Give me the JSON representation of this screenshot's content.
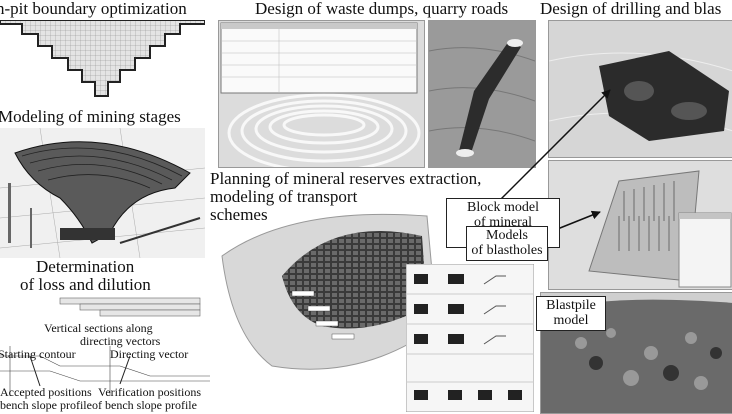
{
  "captions": {
    "pit_boundary": "n-pit boundary optimization",
    "waste_dumps": "Design of waste dumps, quarry roads",
    "drilling": "Design of drilling and blas",
    "mining_stages": "Modeling of mining stages",
    "planning_line1": "Planning of mineral reserves extraction,",
    "planning_line2": "modeling of transport",
    "planning_line3": "schemes",
    "loss_line1": "Determination",
    "loss_line2": "of loss and dilution",
    "block_model_line1": "Block model",
    "block_model_line2": "of mineral distribution",
    "blastholes_line1": "Models",
    "blastholes_line2": "of blastholes",
    "blastpile_line1": "Blastpile",
    "blastpile_line2": "model"
  },
  "loss_panel": {
    "vertical_sections_line1": "Vertical sections along",
    "vertical_sections_line2": "directing vectors",
    "starting_contour": "Starting contour",
    "directing_vector": "Directing vector",
    "accepted_line1": "Accepted positions",
    "accepted_line2": "bench slope profile",
    "verification_line1": "Verification positions",
    "verification_line2": "of bench slope profile"
  },
  "colors": {
    "grid_fill": "#e8e8e8",
    "dark_model": "#2a2a2a",
    "panel_bg": "#d8d8d8"
  }
}
